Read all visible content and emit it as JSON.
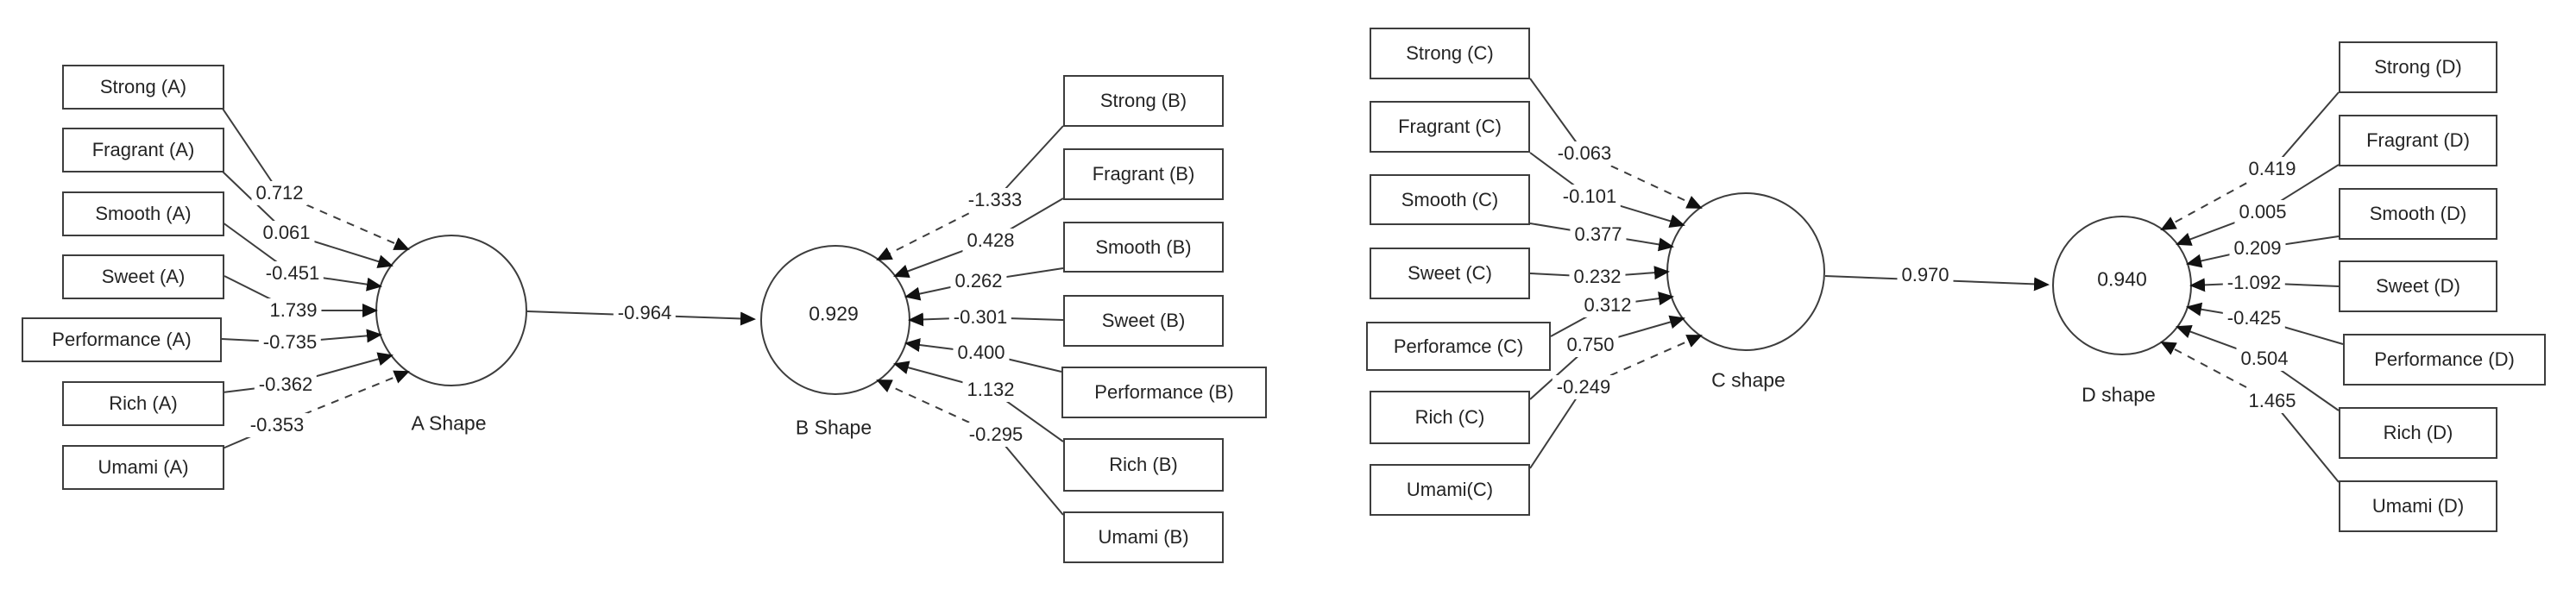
{
  "palette": {
    "ink": "#242424",
    "line": "#3d3d3d",
    "background": "#ffffff"
  },
  "models": [
    {
      "source": {
        "label": "A Shape"
      },
      "target": {
        "label": "B Shape",
        "value": "0.929"
      },
      "path_coefficient": "-0.964",
      "source_indicators": [
        {
          "label": "Strong (A)",
          "loading": "0.712"
        },
        {
          "label": "Fragrant (A)",
          "loading": "0.061"
        },
        {
          "label": "Smooth (A)",
          "loading": "-0.451"
        },
        {
          "label": "Sweet (A)",
          "loading": "1.739"
        },
        {
          "label": "Performance (A)",
          "loading": "-0.735"
        },
        {
          "label": "Rich (A)",
          "loading": "-0.362"
        },
        {
          "label": "Umami (A)",
          "loading": "-0.353"
        }
      ],
      "target_indicators": [
        {
          "label": "Strong (B)",
          "loading": "-1.333"
        },
        {
          "label": "Fragrant (B)",
          "loading": "0.428"
        },
        {
          "label": "Smooth (B)",
          "loading": "0.262"
        },
        {
          "label": "Sweet (B)",
          "loading": "-0.301"
        },
        {
          "label": "Performance (B)",
          "loading": "0.400"
        },
        {
          "label": "Rich (B)",
          "loading": "1.132"
        },
        {
          "label": "Umami (B)",
          "loading": "-0.295"
        }
      ]
    },
    {
      "source": {
        "label": "C shape"
      },
      "target": {
        "label": "D shape",
        "value": "0.940"
      },
      "path_coefficient": "0.970",
      "source_indicators": [
        {
          "label": "Strong (C)",
          "loading": "-0.063"
        },
        {
          "label": "Fragrant (C)",
          "loading": "-0.101"
        },
        {
          "label": "Smooth (C)",
          "loading": "0.377"
        },
        {
          "label": "Sweet (C)",
          "loading": "0.232"
        },
        {
          "label": "Perforamce (C)",
          "loading": "0.312"
        },
        {
          "label": "Rich (C)",
          "loading": "0.750"
        },
        {
          "label": "Umami(C)",
          "loading": "-0.249"
        }
      ],
      "target_indicators": [
        {
          "label": "Strong (D)",
          "loading": "0.419"
        },
        {
          "label": "Fragrant (D)",
          "loading": "0.005"
        },
        {
          "label": "Smooth (D)",
          "loading": "0.209"
        },
        {
          "label": "Sweet (D)",
          "loading": "-1.092"
        },
        {
          "label": "Performance (D)",
          "loading": "-0.425"
        },
        {
          "label": "Rich (D)",
          "loading": "0.504"
        },
        {
          "label": "Umami (D)",
          "loading": "1.465"
        }
      ]
    }
  ]
}
